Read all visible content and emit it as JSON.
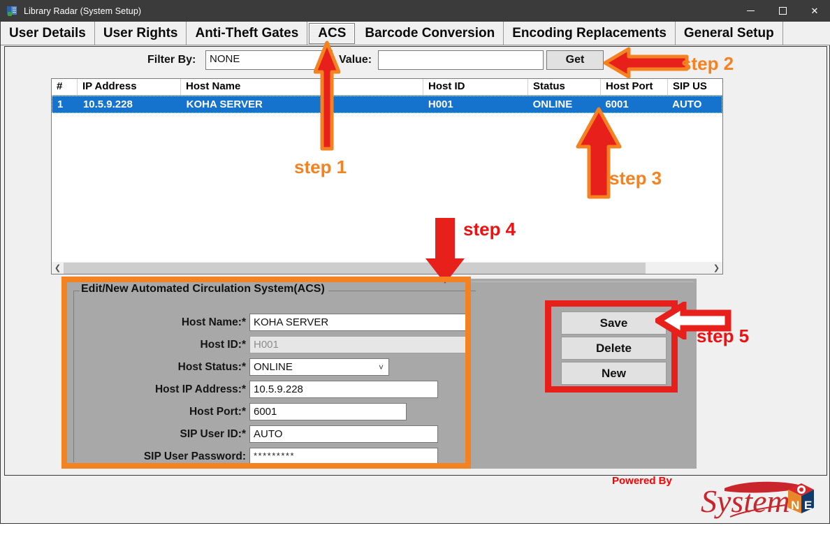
{
  "window": {
    "title": "Library Radar (System Setup)",
    "icon": "book-app-icon",
    "controls": {
      "minimize": "minimize-icon",
      "maximize": "maximize-icon",
      "close": "close-icon"
    }
  },
  "tabs": [
    {
      "label": "User Details",
      "selected": false
    },
    {
      "label": "User Rights",
      "selected": false
    },
    {
      "label": "Anti-Theft Gates",
      "selected": false
    },
    {
      "label": "ACS",
      "selected": true
    },
    {
      "label": "Barcode Conversion",
      "selected": false
    },
    {
      "label": "Encoding Replacements",
      "selected": false
    },
    {
      "label": "General Setup",
      "selected": false
    }
  ],
  "filter": {
    "filter_by_label": "Filter By:",
    "filter_by_value": "NONE",
    "value_label": "Value:",
    "value_value": "",
    "get_label": "Get"
  },
  "grid": {
    "columns": [
      "#",
      "IP Address",
      "Host Name",
      "Host ID",
      "Status",
      "Host Port",
      "SIP US"
    ],
    "rows": [
      [
        "1",
        "10.5.9.228",
        "KOHA SERVER",
        "H001",
        "ONLINE",
        "6001",
        "AUTO"
      ]
    ],
    "scroll": {
      "left_arrow": "chevron-left-icon",
      "right_arrow": "chevron-right-icon"
    }
  },
  "form": {
    "title": "Edit/New Automated Circulation System(ACS)",
    "fields": [
      {
        "label": "Host Name:*",
        "value": "KOHA SERVER",
        "type": "text",
        "disabled": false
      },
      {
        "label": "Host ID:*",
        "value": "H001",
        "type": "text",
        "disabled": true
      },
      {
        "label": "Host Status:*",
        "value": "ONLINE",
        "type": "select",
        "disabled": false
      },
      {
        "label": "Host IP Address:*",
        "value": "10.5.9.228",
        "type": "text",
        "disabled": false
      },
      {
        "label": "Host Port:*",
        "value": "6001",
        "type": "text",
        "disabled": false
      },
      {
        "label": "SIP User ID:*",
        "value": "AUTO",
        "type": "text",
        "disabled": false
      },
      {
        "label": "SIP User Password:",
        "value": "*********",
        "type": "password",
        "disabled": false
      }
    ]
  },
  "actions": {
    "save": "Save",
    "delete": "Delete",
    "new": "New"
  },
  "footer": {
    "powered_by": "Powered By",
    "logo_text": "System",
    "logo_cube_left": "N",
    "logo_cube_right": "E",
    "logo_color": "#c8262c",
    "powered_by_color": "#ff0000"
  },
  "annotations": {
    "step1": {
      "label": "step 1",
      "color": "#f58220",
      "arrow": "arrow-up-red-orange"
    },
    "step2": {
      "label": "step 2",
      "color": "#f58220",
      "arrow": "arrow-left-red-orange"
    },
    "step3": {
      "label": "step 3",
      "color": "#f58220",
      "arrow": "arrow-up-red-orange"
    },
    "step4": {
      "label": "step 4",
      "color": "#ee1111",
      "arrow": "arrow-down-red"
    },
    "step5": {
      "label": "step 5",
      "color": "#ee1111",
      "arrow": "arrow-left-outline-red"
    },
    "highlight_panel_color": "#f58220",
    "highlight_buttons_color": "#ee1111"
  }
}
